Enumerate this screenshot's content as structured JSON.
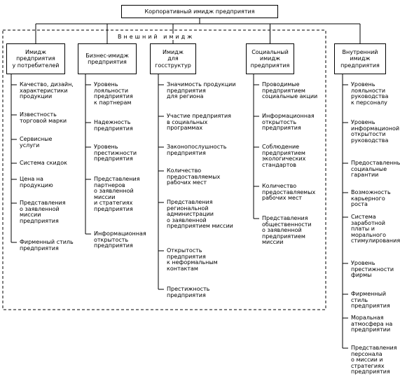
{
  "title": "Корпоративный имидж предприятия",
  "external_label": "Внешний имидж",
  "columns": [
    {
      "heading": "Имидж\nпредприятия\nу потребителей",
      "items": [
        "Качество, дизайн,\nхарактеристики\nпродукции",
        "Известность\nторговой марки",
        "Сервисные\nуслуги",
        "Система скидок",
        "Цена на\nпродукцию",
        "Представления\nо заявленной\nмиссии\nпредприятия",
        "Фирменный стиль\nпредприятия"
      ]
    },
    {
      "heading": "Бизнес-имидж\nпредприятия",
      "items": [
        "Уровень\nлояльности\nпредприятия\nк партнерам",
        "Надежность\nпредприятия",
        "Уровень\nпрестижности\nпредприятия",
        "Представления\nпартнеров\nо заявленной\nмиссии\nи стратегиях\nпредприятия",
        "Информационная\nоткрытость\nпредприятия"
      ]
    },
    {
      "heading": "Имидж\nдля\nгосструктур",
      "items": [
        "Значимость продукции\nпредприятия\nдля региона",
        "Участие предприятия\nв социальных\nпрограммах",
        "Законопослушность\nпредприятия",
        "Количество\nпредоставляемых\nрабочих мест",
        "Представления\nрегиональной\nадминистрации\nо заявленной\nпредприятием миссии",
        "Открытость\nпредприятия\nк неформальным\nконтактам",
        "Престижность\nпредприятия"
      ]
    },
    {
      "heading": "Социальный\nимидж\nпредприятия",
      "items": [
        "Проводимые\nпредприятием\nсоциальные акции",
        "Информационная\nоткрытость\nпредприятия",
        "Соблюдение\nпредприятием\nэкологических\nстандартов",
        "Количество\nпредоставляемых\nрабочих мест",
        "Представления\nобщественности\nо заявленной\nпредприятием\nмиссии"
      ]
    },
    {
      "heading": "Внутренний\nимидж\nпредприятия",
      "items": [
        "Уровень\nлояльности\nруководства\nк персоналу",
        "Уровень\nинформационой\nоткрытости\nруководства",
        "Предоставленные\nсоциальные\nгарантии",
        "Возможность\nкарьерного роста",
        "Система\nзаработной\nплаты и\nморального\nстимулирования",
        "Уровень\nпрестижности\nфирмы",
        "Фирменный стиль\nпредприятия",
        "Моральная\nатмосфера на\nпредприятии",
        "Представления\nперсонала\nо миссии и\nстратегиях\nпредприятия"
      ]
    }
  ]
}
